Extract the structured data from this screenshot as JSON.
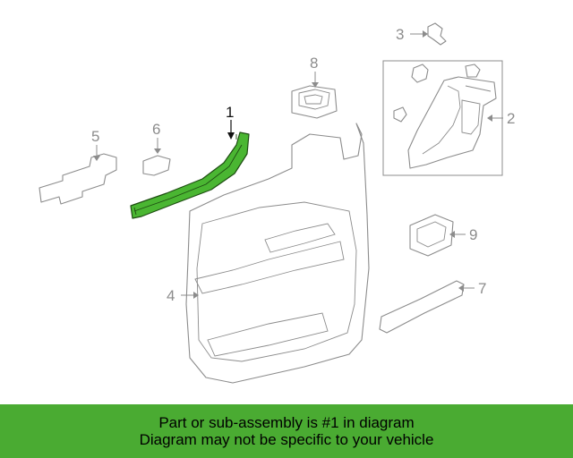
{
  "callouts": [
    {
      "id": "1",
      "label": "1",
      "active": true
    },
    {
      "id": "2",
      "label": "2"
    },
    {
      "id": "3",
      "label": "3"
    },
    {
      "id": "4",
      "label": "4"
    },
    {
      "id": "5",
      "label": "5"
    },
    {
      "id": "6",
      "label": "6"
    },
    {
      "id": "7",
      "label": "7"
    },
    {
      "id": "8",
      "label": "8"
    },
    {
      "id": "9",
      "label": "9"
    }
  ],
  "banner": {
    "line1": "Part or sub-assembly is #1 in diagram",
    "line2": "Diagram may not be specific to your vehicle"
  },
  "colors": {
    "highlight": "#4ab632",
    "banner": "#4aab32",
    "outline": "#8c8c8c"
  }
}
